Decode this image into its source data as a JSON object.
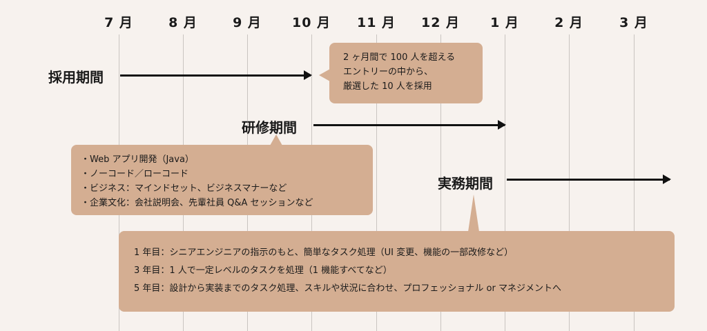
{
  "months": [
    "7 月",
    "8 月",
    "9 月",
    "10 月",
    "11 月",
    "12 月",
    "1 月",
    "2 月",
    "3 月"
  ],
  "phases": {
    "recruit": {
      "label": "採用期間"
    },
    "training": {
      "label": "研修期間"
    },
    "practice": {
      "label": "実務期間"
    }
  },
  "notes": {
    "recruit": [
      "2 ヶ月間で 100 人を超える",
      "エントリーの中から、",
      "厳選した 10 人を採用"
    ],
    "training": [
      "・Web アプリ開発（Java）",
      "・ノーコード／ローコード",
      "・ビジネス：マインドセット、ビジネスマナーなど",
      "・企業文化：会社説明会、先輩社員 Q&A セッションなど"
    ],
    "practice": [
      "1 年目：シニアエンジニアの指示のもと、簡単なタスク処理（UI 変更、機能の一部改修など）",
      "3 年目：1 人で一定レベルのタスクを処理（1 機能すべてなど）",
      "5 年目：設計から実装までのタスク処理、スキルや状況に合わせ、プロフェッショナル or マネジメントへ"
    ]
  },
  "colors": {
    "background": "#f7f2ee",
    "bubble": "#d4ae92",
    "arrow": "#111111",
    "gridline": "#c9c4c0"
  }
}
